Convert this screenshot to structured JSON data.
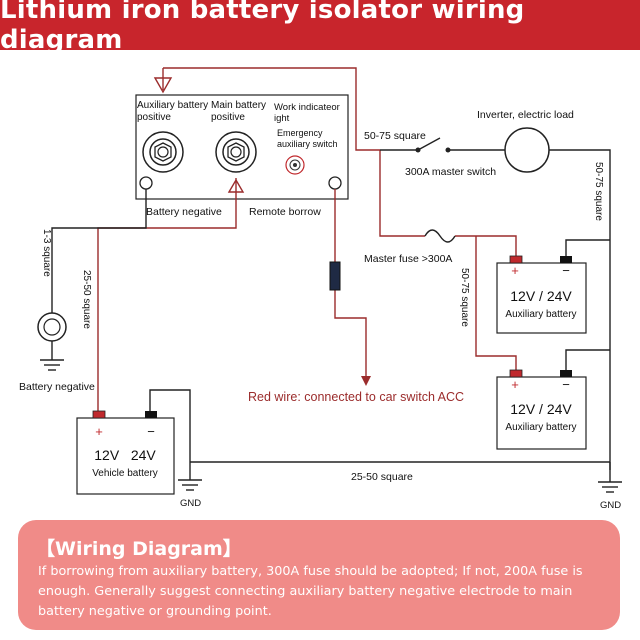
{
  "header": {
    "title": "Lithium iron battery isolator wiring diagram"
  },
  "isolator": {
    "aux_positive_line1": "Auxiliary battery",
    "aux_positive_line2": "positive",
    "main_positive_line1": "Main battery",
    "main_positive_line2": "positive",
    "indicator_line1": "Work indicateor",
    "indicator_line2": "ight",
    "emergency_line1": "Emergency",
    "emergency_line2": "auxiliary switch",
    "battery_negative": "Battery negative",
    "remote_borrow": "Remote borrow"
  },
  "wires": {
    "gauge_1_3": "1-3 square",
    "gauge_25_50_left": "25-50 square",
    "gauge_50_75_top": "50-75 square",
    "gauge_50_75_right": "50-75 square",
    "gauge_50_75_mid": "50-75 square",
    "gauge_25_50_bottom": "25-50 square",
    "red_wire": "Red wire: connected to car switch ACC"
  },
  "components": {
    "master_switch": "300A master switch",
    "master_fuse": "Master fuse >300A",
    "inverter": "Inverter, electric load",
    "battery_negative_ground": "Battery negative",
    "gnd_left": "GND",
    "gnd_right": "GND"
  },
  "aux_battery_1": {
    "plus": "+",
    "minus": "−",
    "voltage": "12V / 24V",
    "name": "Auxiliary battery"
  },
  "aux_battery_2": {
    "plus": "+",
    "minus": "−",
    "voltage": "12V / 24V",
    "name": "Auxiliary battery"
  },
  "vehicle_battery": {
    "plus": "+",
    "minus": "−",
    "voltage": "12V   24V",
    "name": "Vehicle battery"
  },
  "note": {
    "title": "【Wiring Diagram】",
    "body": "If borrowing from auxiliary battery, 300A fuse should be adopted; If not, 200A fuse is enough. Generally suggest connecting auxiliary battery negative electrode to main battery negative or grounding point."
  },
  "colors": {
    "header_bg": "#c8252c",
    "note_bg": "#f08b88",
    "wire_red": "#9b2c2c",
    "terminal_red": "#c0292d"
  }
}
